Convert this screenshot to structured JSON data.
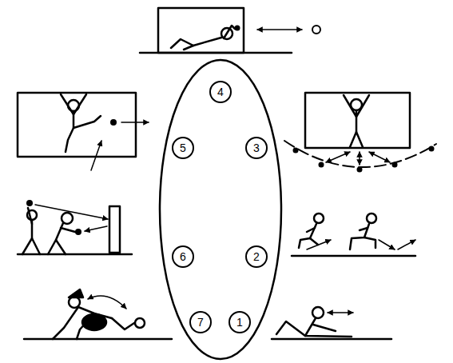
{
  "diagram": {
    "nodes": [
      {
        "text": [
          "4"
        ]
      },
      {
        "text": [
          "5"
        ]
      },
      {
        "text": [
          "3"
        ]
      },
      {
        "text": [
          "6"
        ]
      },
      {
        "text": [
          "2"
        ]
      },
      {
        "text": [
          "7"
        ]
      },
      {
        "text": [
          "1"
        ]
      }
    ]
  }
}
